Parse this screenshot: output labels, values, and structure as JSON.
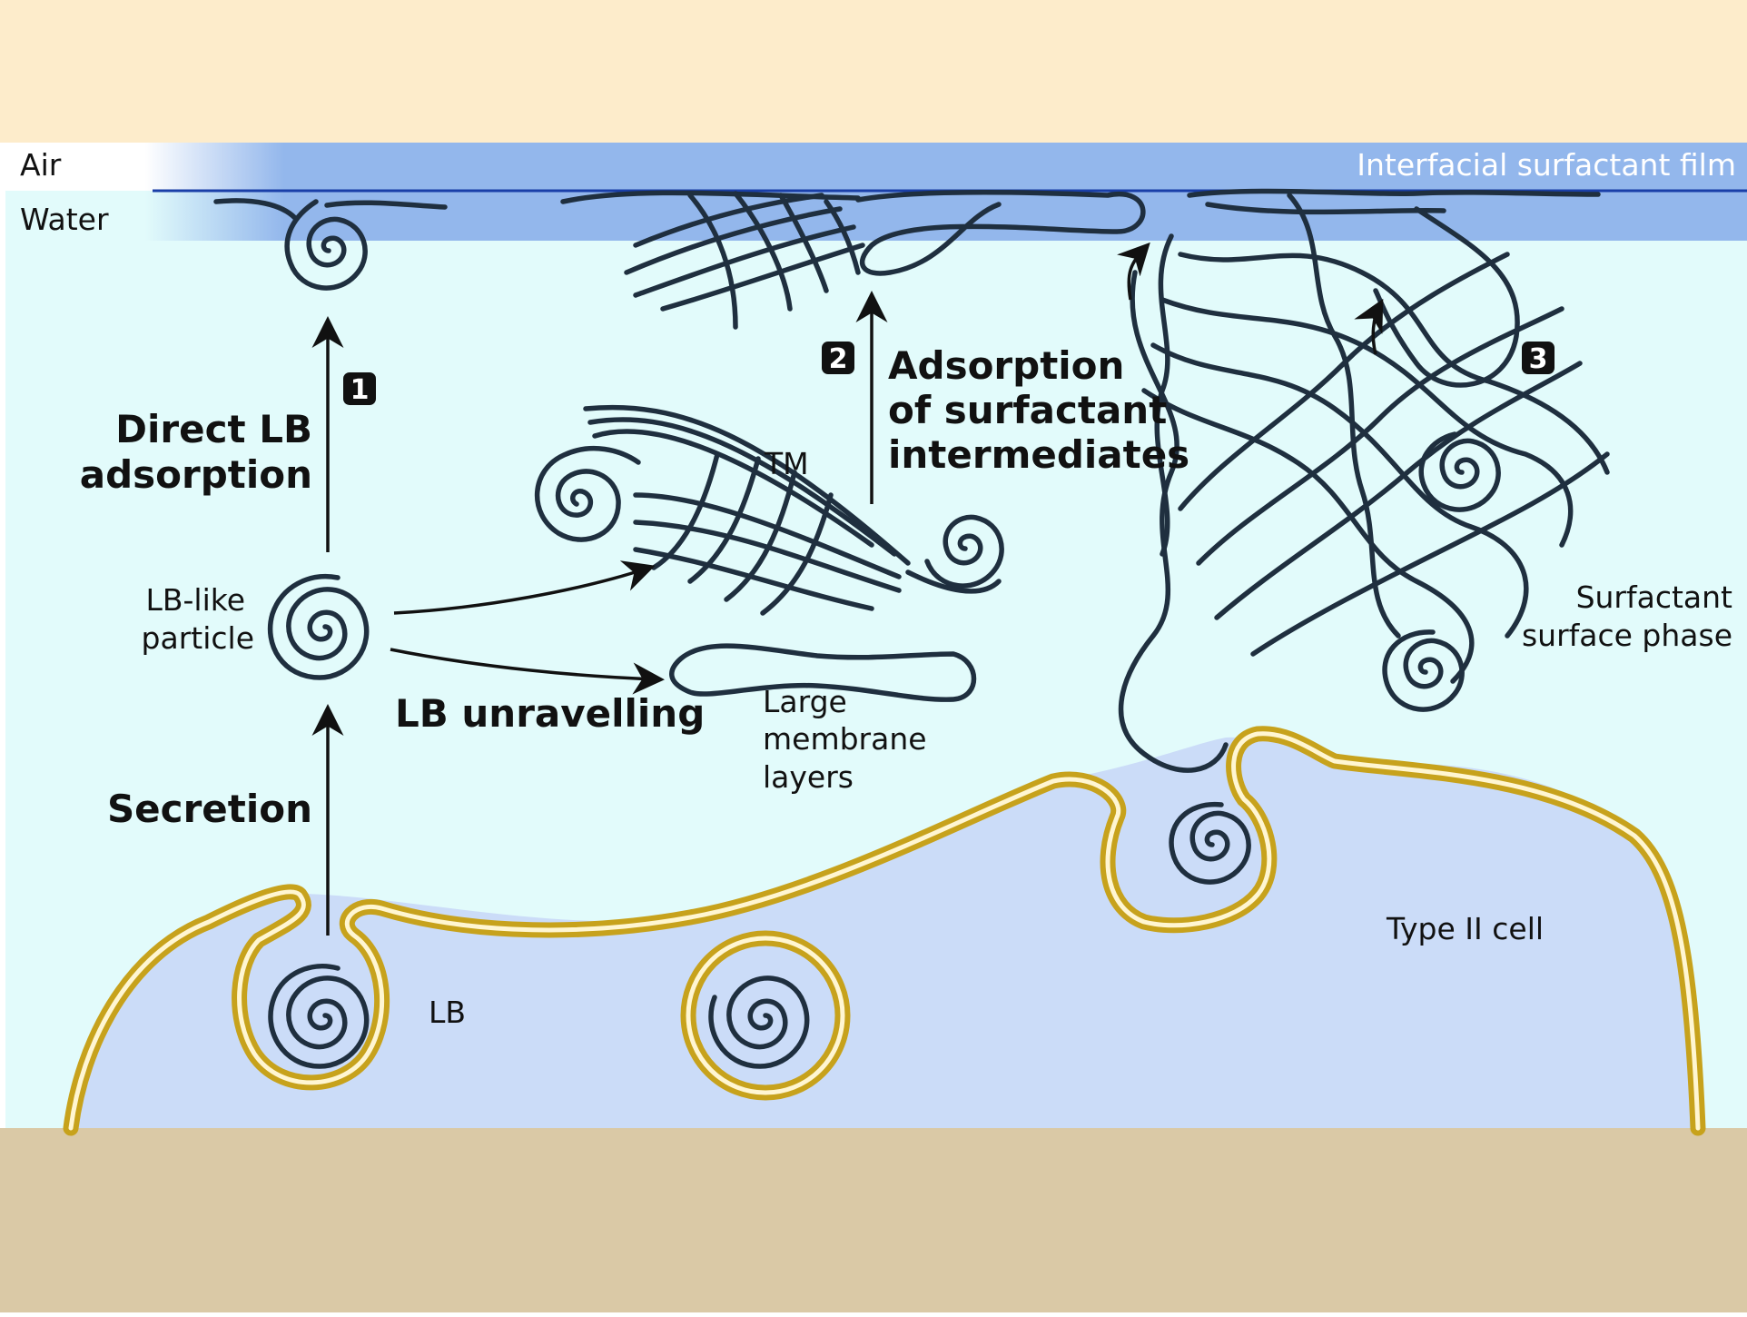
{
  "labels": {
    "air": "Air",
    "water": "Water",
    "film": "Interfacial surfactant film",
    "direct_lb_1": "Direct LB",
    "direct_lb_2": "adsorption",
    "lb_like_1": "LB-like",
    "lb_like_2": "particle",
    "tm": "TM",
    "adsorption_1": "Adsorption",
    "adsorption_2": "of surfactant",
    "adsorption_3": "intermediates",
    "lb_unravelling": "LB unravelling",
    "large_1": "Large",
    "large_2": "membrane",
    "large_3": "layers",
    "surface_phase_1": "Surfactant",
    "surface_phase_2": "surface phase",
    "secretion": "Secretion",
    "lb": "LB",
    "type2": "Type II cell"
  },
  "steps": [
    "1",
    "2",
    "3"
  ],
  "colors": {
    "top_band": "#fdeccb",
    "bottom_band": "#dac9a6",
    "water": "#e2fbfb",
    "film": "#93b7ec",
    "cell": "#cbdcf8",
    "membrane": "#c7a21c",
    "ink": "#1f2f3f"
  }
}
